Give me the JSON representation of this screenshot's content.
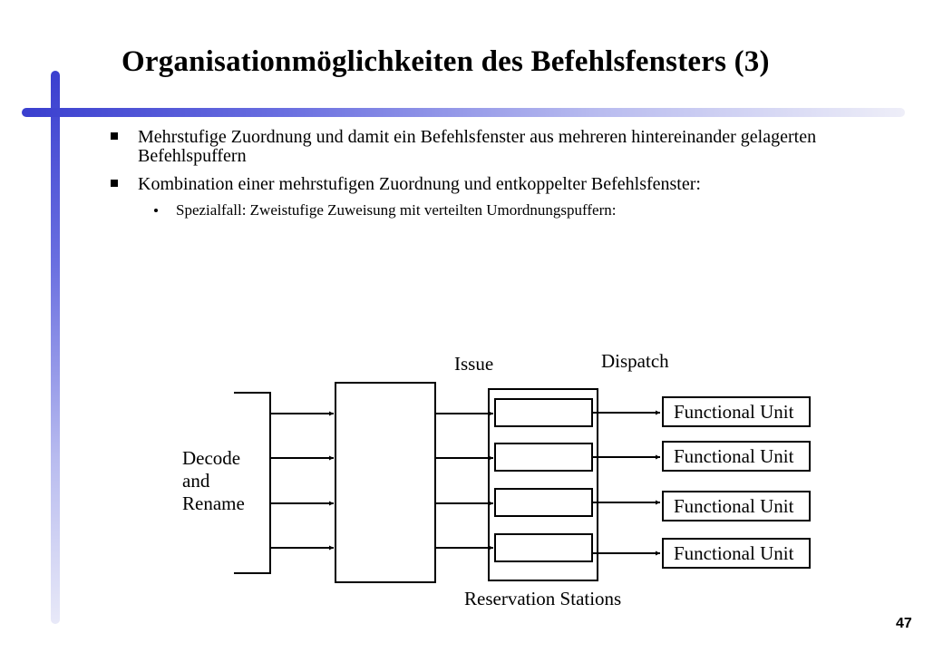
{
  "slide": {
    "title": "Organisationmöglichkeiten des Befehlsfensters (3)",
    "bullets": [
      {
        "text": "Mehrstufige Zuordnung und damit ein Befehlsfenster aus mehreren hintereinander gelagerten Befehlspuffern"
      },
      {
        "text": "Kombination einer mehrstufigen Zuordnung und entkoppelter Befehlsfenster:"
      }
    ],
    "sub_bullets": [
      {
        "text": "Spezialfall: Zweistufige Zuweisung mit verteilten Umordnungspuffern:"
      }
    ],
    "page_number": "47"
  },
  "diagram": {
    "label_issue": "Issue",
    "label_dispatch": "Dispatch",
    "label_decode": [
      "Decode",
      "and",
      "Rename"
    ],
    "label_reservation": "Reservation Stations",
    "units": [
      "Functional Unit",
      "Functional Unit",
      "Functional Unit",
      "Functional Unit"
    ]
  }
}
